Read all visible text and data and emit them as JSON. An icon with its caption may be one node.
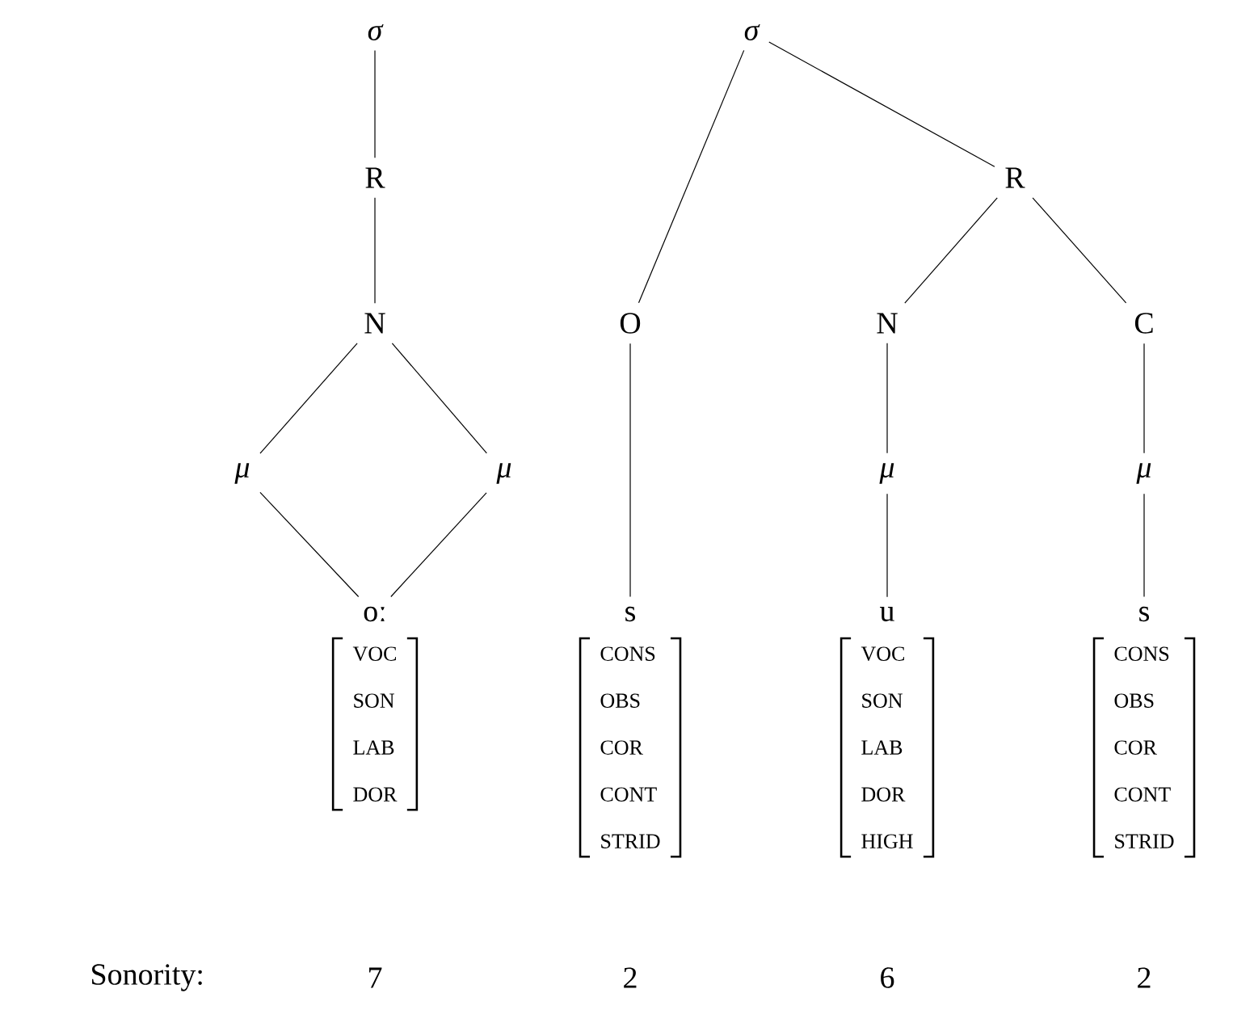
{
  "diagram": {
    "nodes": [
      {
        "text": [
          "σ"
        ]
      },
      {
        "text": [
          "σ"
        ]
      },
      {
        "text": [
          "R"
        ]
      },
      {
        "text": [
          "R"
        ]
      },
      {
        "text": [
          "N"
        ]
      },
      {
        "text": [
          "O"
        ]
      },
      {
        "text": [
          "N"
        ]
      },
      {
        "text": [
          "C"
        ]
      },
      {
        "text": [
          "μ"
        ]
      },
      {
        "text": [
          "μ"
        ]
      },
      {
        "text": [
          "μ"
        ]
      },
      {
        "text": [
          "μ"
        ]
      },
      {
        "text": [
          "oː"
        ]
      },
      {
        "text": [
          "s"
        ]
      },
      {
        "text": [
          "u"
        ]
      },
      {
        "text": [
          "s"
        ]
      },
      {
        "text": [
          "VOC",
          "SON",
          "LAB",
          "DOR"
        ]
      },
      {
        "text": [
          "CONS",
          "OBS",
          "COR",
          "CONT",
          "STRID"
        ]
      },
      {
        "text": [
          "VOC",
          "SON",
          "LAB",
          "DOR",
          "HIGH"
        ]
      },
      {
        "text": [
          "CONS",
          "OBS",
          "COR",
          "CONT",
          "STRID"
        ]
      }
    ],
    "edges": [
      {
        "from": 0,
        "to": 2,
        "arrow": "none"
      },
      {
        "from": 2,
        "to": 4,
        "arrow": "none"
      },
      {
        "from": 4,
        "to": 8,
        "arrow": "none"
      },
      {
        "from": 4,
        "to": 9,
        "arrow": "none"
      },
      {
        "from": 8,
        "to": 12,
        "arrow": "none"
      },
      {
        "from": 9,
        "to": 12,
        "arrow": "none"
      },
      {
        "from": 1,
        "to": 5,
        "arrow": "none"
      },
      {
        "from": 1,
        "to": 3,
        "arrow": "none"
      },
      {
        "from": 3,
        "to": 6,
        "arrow": "none"
      },
      {
        "from": 3,
        "to": 7,
        "arrow": "none"
      },
      {
        "from": 5,
        "to": 13,
        "arrow": "none"
      },
      {
        "from": 6,
        "to": 10,
        "arrow": "none"
      },
      {
        "from": 7,
        "to": 11,
        "arrow": "none"
      },
      {
        "from": 10,
        "to": 14,
        "arrow": "none"
      },
      {
        "from": 11,
        "to": 15,
        "arrow": "none"
      }
    ],
    "labels": [
      "Sonority:",
      "7",
      "2",
      "6",
      "2"
    ]
  }
}
